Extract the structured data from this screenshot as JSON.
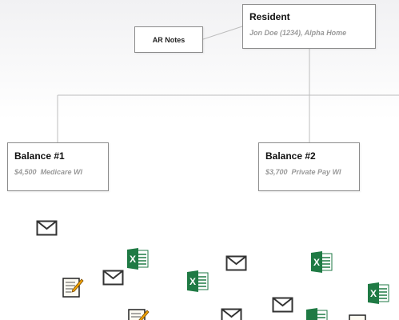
{
  "resident": {
    "title": "Resident",
    "detail": "Jon Doe (1234), Alpha Home"
  },
  "notes": {
    "label": "AR Notes"
  },
  "balances": [
    {
      "title": "Balance #1",
      "amount": "$4,500",
      "payer": "Medicare WI"
    },
    {
      "title": "Balance #2",
      "amount": "$3,700",
      "payer": "Private Pay WI"
    }
  ],
  "icons": [
    {
      "kind": "envelope-icon"
    },
    {
      "kind": "excel-icon"
    },
    {
      "kind": "note-icon"
    }
  ],
  "colors": {
    "connector": "#bdbdbd",
    "node_border": "#8c8c8c",
    "excel_green": "#1f7a44",
    "envelope": "#333333"
  }
}
